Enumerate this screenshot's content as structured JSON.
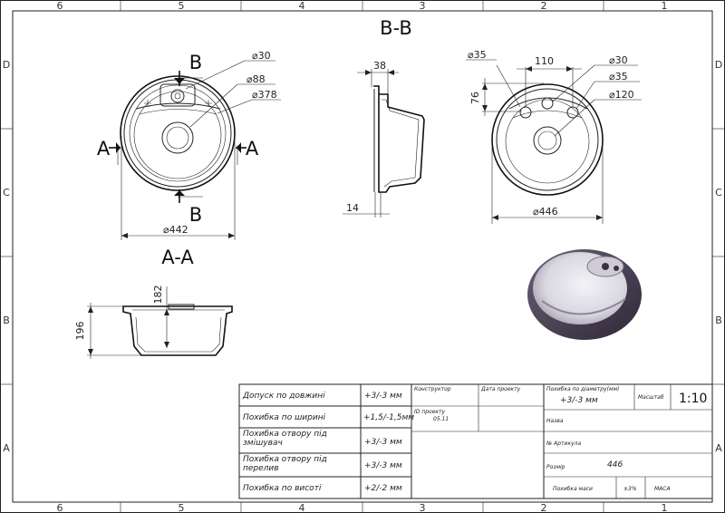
{
  "grid": {
    "columns": [
      "6",
      "5",
      "4",
      "3",
      "2",
      "1"
    ],
    "rows": [
      "D",
      "C",
      "B",
      "A"
    ]
  },
  "views": {
    "section_bb_title": "B-B",
    "section_aa_title": "A-A",
    "cut_letter_a": "A",
    "cut_letter_b": "B"
  },
  "top_view_left": {
    "d30": "⌀30",
    "d88": "⌀88",
    "d378": "⌀378",
    "d442": "⌀442"
  },
  "section_bb_view": {
    "dim_38": "38",
    "dim_14": "14"
  },
  "top_view_right": {
    "d35_left": "⌀35",
    "dim_110": "110",
    "d30": "⌀30",
    "d35_right": "⌀35",
    "d120": "⌀120",
    "dim_76": "76",
    "d446": "⌀446"
  },
  "section_aa_view": {
    "dim_182": "182",
    "dim_196": "196"
  },
  "tolerance_table": [
    {
      "label": "Допуск по довжині",
      "value": "+3/-3 мм"
    },
    {
      "label": "Похибка по ширині",
      "value": "+1,5/-1,5мм"
    },
    {
      "label": "Похибка отвору під змішувач",
      "value": "+3/-3 мм"
    },
    {
      "label": "Похибка отвору під перелив",
      "value": "+3/-3 мм"
    },
    {
      "label": "Похибка по висоті",
      "value": "+2/-2 мм"
    }
  ],
  "title_block": {
    "designer_label": "Конструктор",
    "date_label": "Дата проекту",
    "id_label": "ID проекту",
    "id_value": "05.11",
    "diam_tol_label": "Похибка по діаметру(мм)",
    "diam_tol_value": "+3/-3 мм",
    "scale_label": "Масштаб",
    "scale_value": "1:10",
    "name_label": "Назва",
    "article_label": "№ Артикула",
    "size_label": "Розмір",
    "size_value": "446",
    "mass_tol_label": "Похибка маси",
    "mass_tol_value": "±3%",
    "mass_label": "МАСА"
  },
  "colors": {
    "line": "#222222",
    "sink_render_dark": "#3c3446",
    "sink_render_light": "#e2e0e8"
  }
}
